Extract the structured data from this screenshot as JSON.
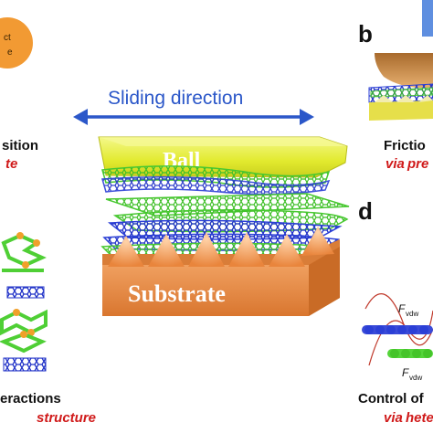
{
  "panels": {
    "b": {
      "letter": "b",
      "caption_line1": "Frictio",
      "caption_line2_prefix": "via",
      "caption_line2_rest": " pre"
    },
    "d": {
      "letter": "d",
      "caption_line1": "Control of",
      "caption_line2_prefix": "via",
      "caption_line2_rest": " hete",
      "force_label_top": "F",
      "force_label_top_sub": "vdw",
      "force_label_bottom": "F",
      "force_label_bottom_sub": "vdw"
    }
  },
  "left_column": {
    "badge_line1": "ct",
    "badge_line2": "e",
    "caption_a_line1": "sition",
    "caption_a_line2": "te",
    "caption_c_line1": "eractions",
    "caption_c_line2_rest": "structure"
  },
  "center": {
    "sliding_label": "Sliding direction",
    "ball_label": "Ball",
    "substrate_label": "Substrate"
  },
  "colors": {
    "arrow_blue": "#2b57c9",
    "ball_yellow": "#e7ee3a",
    "substrate_orange": "#e88a45",
    "graphene_green": "#55d43a",
    "hbn_blue": "#2b3fd6",
    "red_text": "#d01a1a",
    "badge_orange": "#f29a33"
  }
}
